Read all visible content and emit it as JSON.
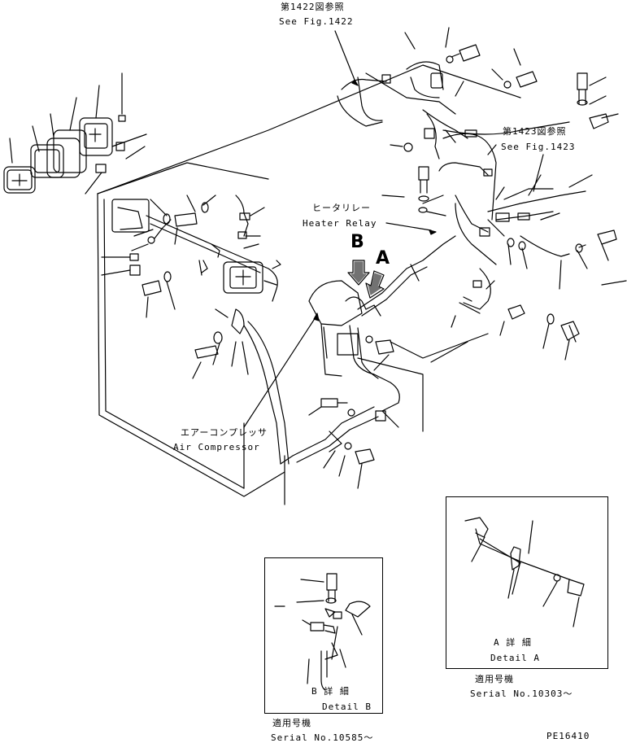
{
  "callouts": {
    "fig1422_jp": "第1422図参照",
    "fig1422_en": "See Fig.1422",
    "fig1423_jp": "第1423図参照",
    "fig1423_en": "See Fig.1423",
    "heater_relay_jp": "ヒータリレー",
    "heater_relay_en": "Heater Relay",
    "air_compressor_jp": "エアーコンプレッサ",
    "air_compressor_en": "Air Compressor"
  },
  "arrows": {
    "a": "A",
    "b": "B"
  },
  "detail_a": {
    "title_jp": "A 詳 細",
    "title_en": "Detail A",
    "serial_jp": "適用号機",
    "serial_en": "Serial No.10303～"
  },
  "detail_b": {
    "title_jp": "B 詳 細",
    "title_en": "Detail B",
    "serial_jp": "適用号機",
    "serial_en": "Serial No.10585～"
  },
  "drawing_number": "PE16410"
}
